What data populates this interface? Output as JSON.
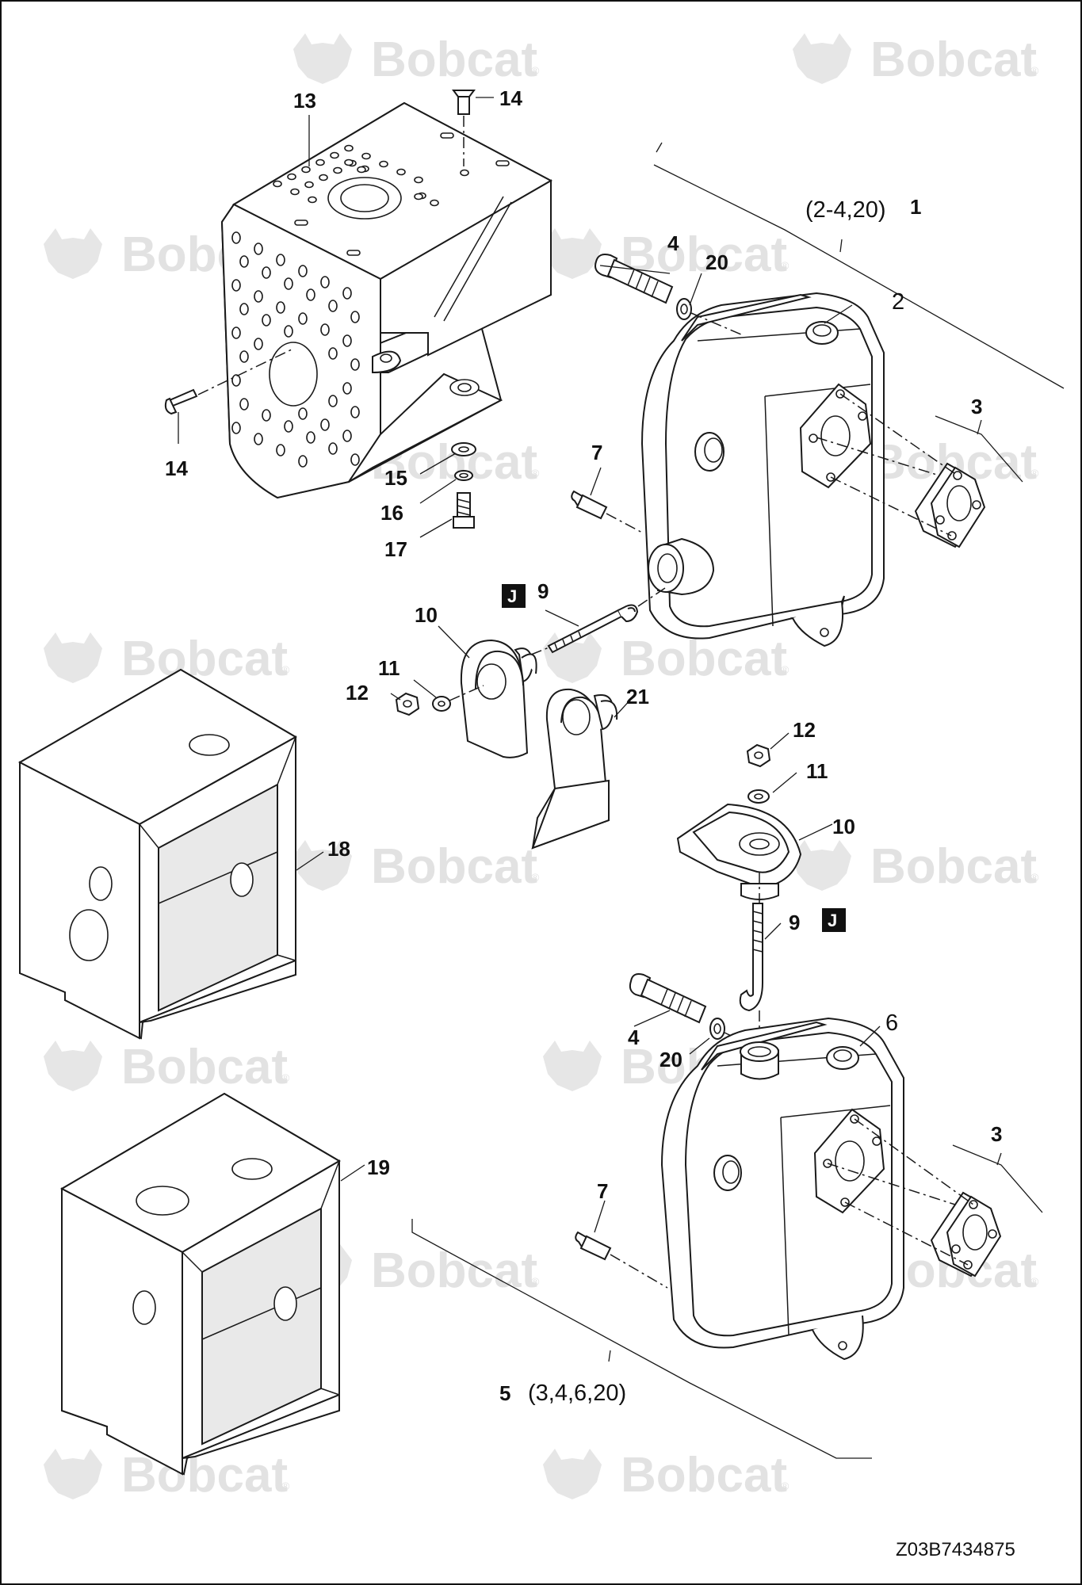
{
  "watermark": {
    "brand": "Bobcat",
    "reg": "®"
  },
  "callouts": {
    "n1": "1",
    "n2": "2",
    "n3a": "3",
    "n3b": "3",
    "n4a": "4",
    "n4b": "4",
    "n5": "5",
    "n6": "6",
    "n7a": "7",
    "n7b": "7",
    "n9a": "9",
    "n9b": "9",
    "n10a": "10",
    "n10b": "10",
    "n11a": "11",
    "n11b": "11",
    "n12a": "12",
    "n12b": "12",
    "n13": "13",
    "n14a": "14",
    "n14b": "14",
    "n15": "15",
    "n16": "16",
    "n17": "17",
    "n18": "18",
    "n19": "19",
    "n20a": "20",
    "n20b": "20",
    "n21": "21"
  },
  "groups": {
    "g1_contents": "(2-4,20)",
    "g5_contents": "(3,4,6,20)"
  },
  "markers": {
    "j1": "J",
    "j2": "J"
  },
  "figure_id": "Z03B7434875"
}
